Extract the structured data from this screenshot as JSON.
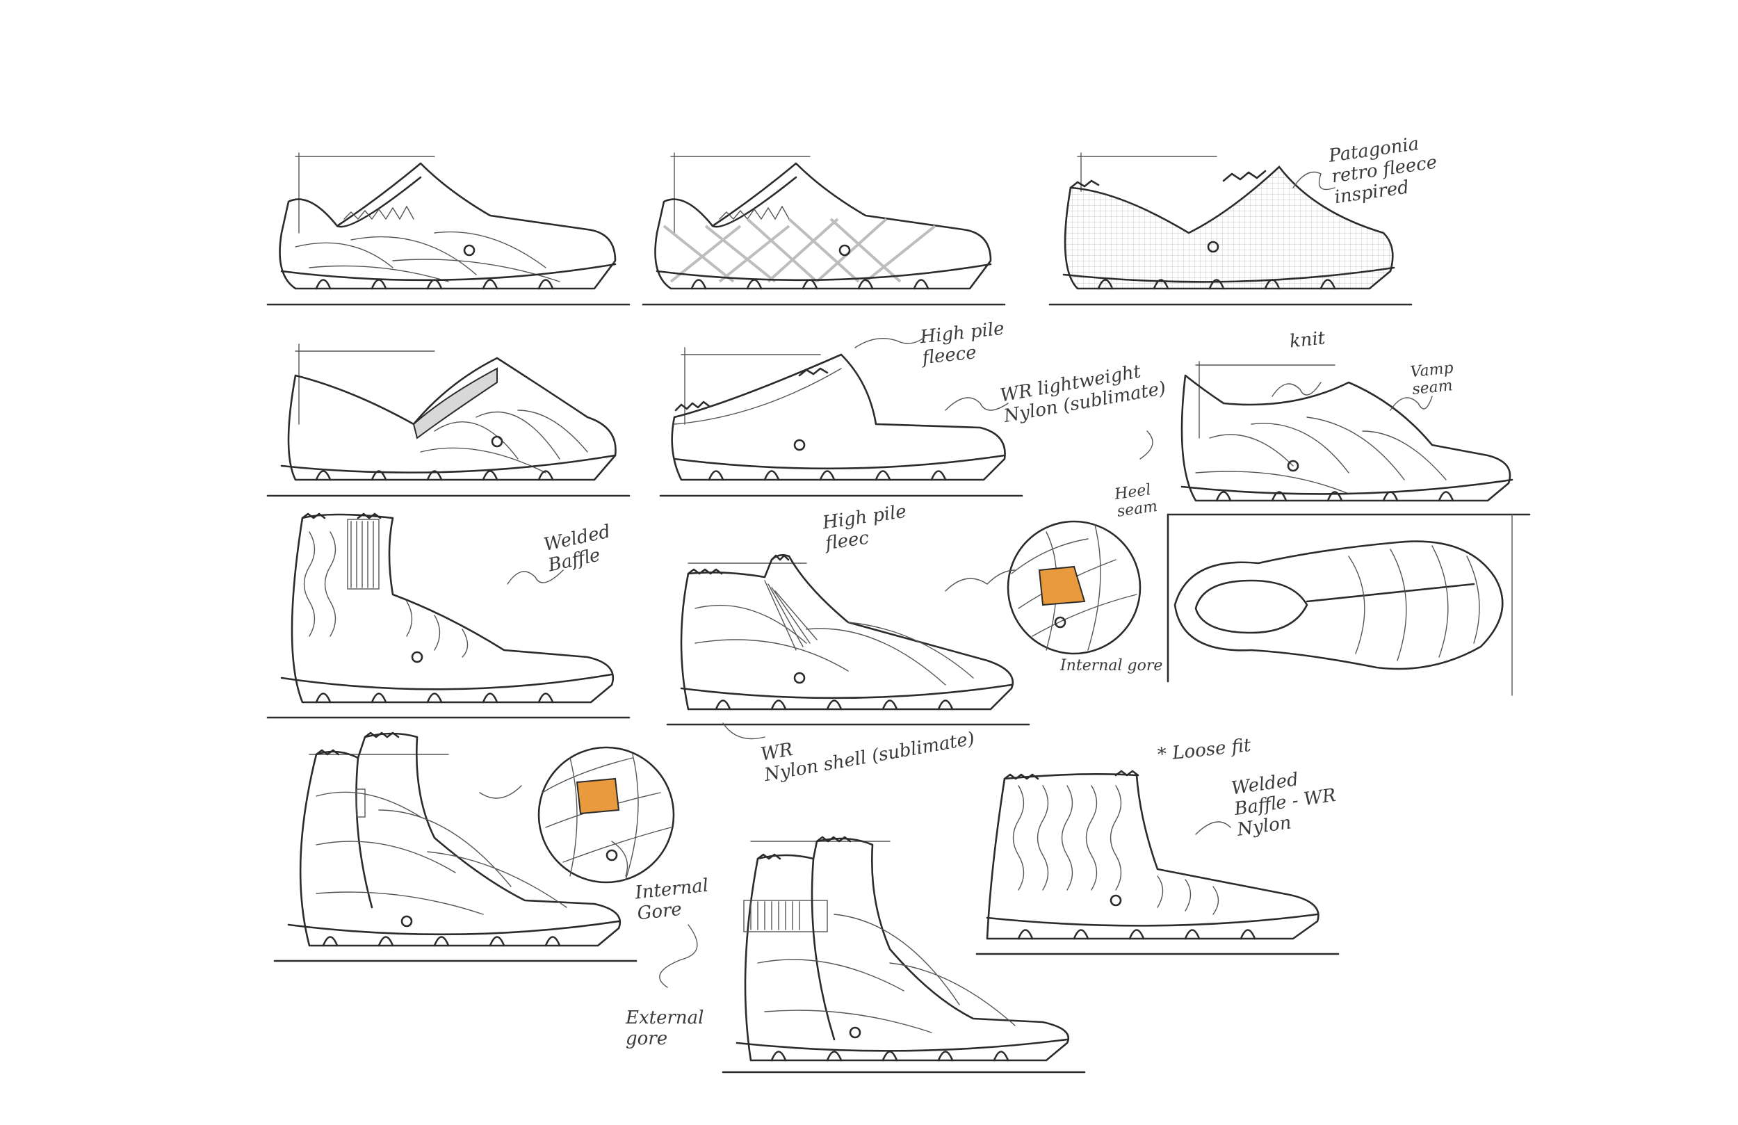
{
  "colors": {
    "ink": "#2b2b2b",
    "accent": "#e89a3c",
    "paper": "#ffffff",
    "tint": "#d8d8d8"
  },
  "notes": {
    "retro_fleece": "Patagonia\nretro fleece\ninspired",
    "high_pile_fleece_1": "High pile\nfleece",
    "wr_lightweight_nylon": "WR lightweight\nNylon (sublimate)",
    "knit": "knit",
    "vamp_seam": "Vamp\nseam",
    "heel_seam": "Heel\nseam",
    "welded_baffle": "Welded\nBaffle",
    "high_pile_fleece_2": "High pile\nfleec",
    "internal_gore_1": "Internal gore",
    "wr_nylon_shell": "WR\nNylon shell (sublimate)",
    "loose_fit": "* Loose fit",
    "welded_baffle_wr": "Welded\nBaffle - WR\nNylon",
    "internal_gore_2": "Internal\nGore",
    "external_gore": "External\ngore"
  }
}
